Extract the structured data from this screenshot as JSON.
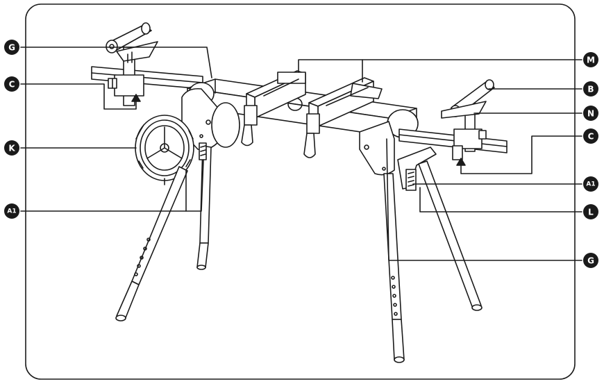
{
  "diagram": {
    "line_color": "#1a1a1a",
    "badge_color": "#1a1a1a",
    "badge_text_color": "#ffffff",
    "callouts": [
      {
        "id": "G-left",
        "label": "G"
      },
      {
        "id": "C-left",
        "label": "C"
      },
      {
        "id": "K",
        "label": "K"
      },
      {
        "id": "A1-left",
        "label": "A1"
      },
      {
        "id": "M",
        "label": "M"
      },
      {
        "id": "B",
        "label": "B"
      },
      {
        "id": "N",
        "label": "N"
      },
      {
        "id": "C-right",
        "label": "C"
      },
      {
        "id": "A1-right",
        "label": "A1"
      },
      {
        "id": "L",
        "label": "L"
      },
      {
        "id": "G-right",
        "label": "G"
      }
    ]
  }
}
